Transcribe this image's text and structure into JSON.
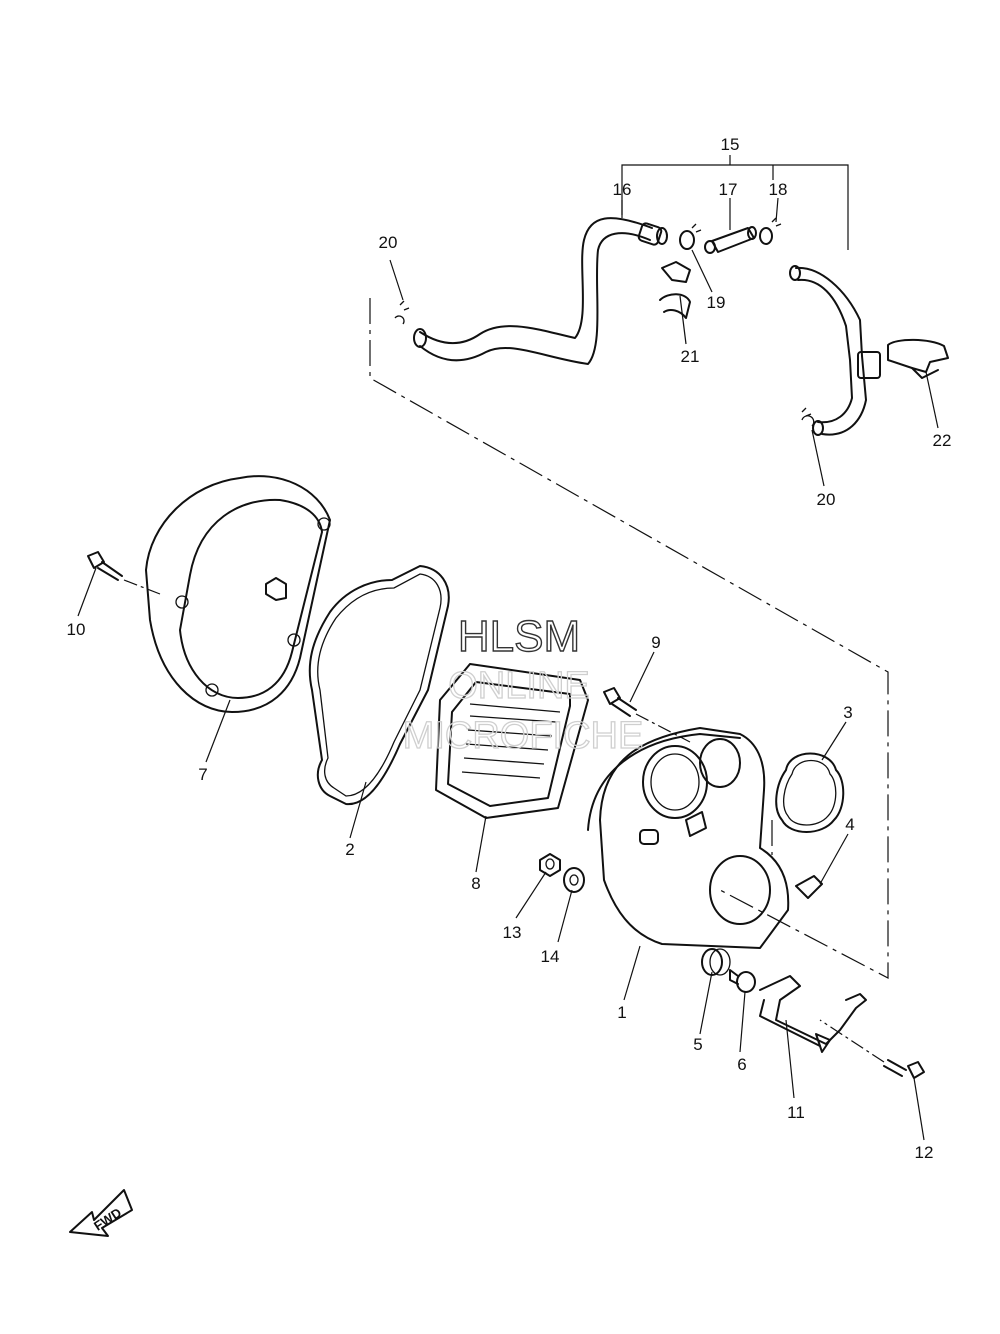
{
  "watermark": {
    "line1": "HLSM",
    "line2": "ONLINE",
    "line3": "MICROFICHE"
  },
  "fwd_badge": "FWD",
  "callouts": {
    "c1": "1",
    "c2": "2",
    "c3": "3",
    "c4": "4",
    "c5": "5",
    "c6": "6",
    "c7": "7",
    "c8": "8",
    "c9": "9",
    "c10": "10",
    "c11": "11",
    "c12": "12",
    "c13": "13",
    "c14": "14",
    "c15": "15",
    "c16": "16",
    "c17": "17",
    "c18": "18",
    "c19": "19",
    "c20a": "20",
    "c20b": "20",
    "c21": "21",
    "c22": "22"
  }
}
